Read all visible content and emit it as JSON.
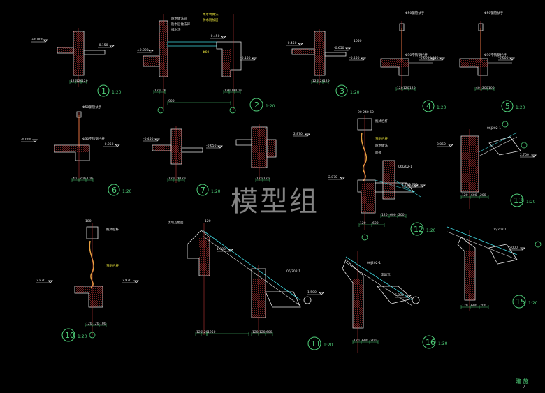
{
  "watermark": "模型组",
  "footer": {
    "label": "建 施",
    "page": "7"
  },
  "scale_text": "1:20",
  "details": [
    {
      "num": "1",
      "levels": [
        "±0.000",
        "-0.150"
      ],
      "dims": [
        "120",
        "120",
        "120"
      ]
    },
    {
      "num": "2",
      "levels": [
        "±0.000",
        "-0.450",
        "-0.150"
      ],
      "dims": [
        "120",
        "120",
        "900",
        "120",
        "100",
        "100"
      ],
      "notes": [
        "防水做法同",
        "防水层做法详",
        "排水沟",
        "集水坑做法",
        "防水附加层"
      ]
    },
    {
      "num": "3",
      "levels": [
        "-0.450",
        "-0.650"
      ],
      "dims": [
        "120",
        "120",
        "120"
      ],
      "notes": [
        "1050"
      ]
    },
    {
      "num": "4",
      "levels": [
        "-0.450",
        "-0.600"
      ],
      "dims": [
        "120",
        "120",
        "120"
      ],
      "notes": [
        "Φ50钢管扶手",
        "Φ30不锈钢栏杆"
      ]
    },
    {
      "num": "5",
      "levels": [
        "-0.450",
        "-0.600"
      ],
      "dims": [
        "40",
        "200",
        "100"
      ],
      "notes": [
        "Φ50钢管扶手",
        "Φ30不锈钢栏杆"
      ]
    },
    {
      "num": "6",
      "levels": [
        "-0.000",
        "-0.050"
      ],
      "dims": [
        "40",
        "200",
        "100"
      ],
      "notes": [
        "Φ50钢管扶手",
        "Φ30不锈钢栏杆"
      ]
    },
    {
      "num": "7",
      "levels": [
        "-0.450",
        "-0.650"
      ],
      "dims": [
        "120",
        "120",
        "120"
      ]
    },
    {
      "num": "8",
      "levels": [
        "2.870"
      ],
      "dims": [
        "120",
        "120"
      ]
    },
    {
      "num": "9",
      "levels": [
        "2.870",
        "2.750"
      ],
      "dims": [
        "90",
        "240",
        "60",
        "120",
        "600",
        "200"
      ],
      "notes": [
        "瓶式栏杆",
        "预制栏杆",
        "防水做法",
        "面砖"
      ]
    },
    {
      "num": "10",
      "levels": [
        "2.870",
        "2.970"
      ],
      "dims": [
        "180",
        "120",
        "120",
        "100"
      ],
      "notes": [
        "瓶式栏杆",
        "预制栏杆"
      ]
    },
    {
      "num": "11",
      "levels": [
        "1.900",
        "1.500"
      ],
      "dims": [
        "120",
        "120",
        "1950",
        "120",
        "120",
        "600"
      ],
      "notes": [
        "琉璃瓦屋面",
        "06J202-1"
      ]
    },
    {
      "num": "12",
      "levels": [
        "2.750",
        "2.970"
      ],
      "dims": [
        "120",
        "600",
        "200"
      ],
      "notes": [
        "06J202-1"
      ]
    },
    {
      "num": "13",
      "levels": [
        "3.050",
        "2.700"
      ],
      "dims": [
        "120",
        "600",
        "200"
      ],
      "notes": [
        "06J202-1"
      ]
    },
    {
      "num": "15",
      "levels": [
        "6.000"
      ],
      "dims": [
        "120",
        "600",
        "200"
      ],
      "notes": [
        "06J202-1"
      ]
    },
    {
      "num": "16",
      "levels": [
        "6.000"
      ],
      "dims": [
        "120",
        "600",
        "200"
      ],
      "notes": [
        "06J202-1",
        "琉璃瓦"
      ]
    }
  ]
}
